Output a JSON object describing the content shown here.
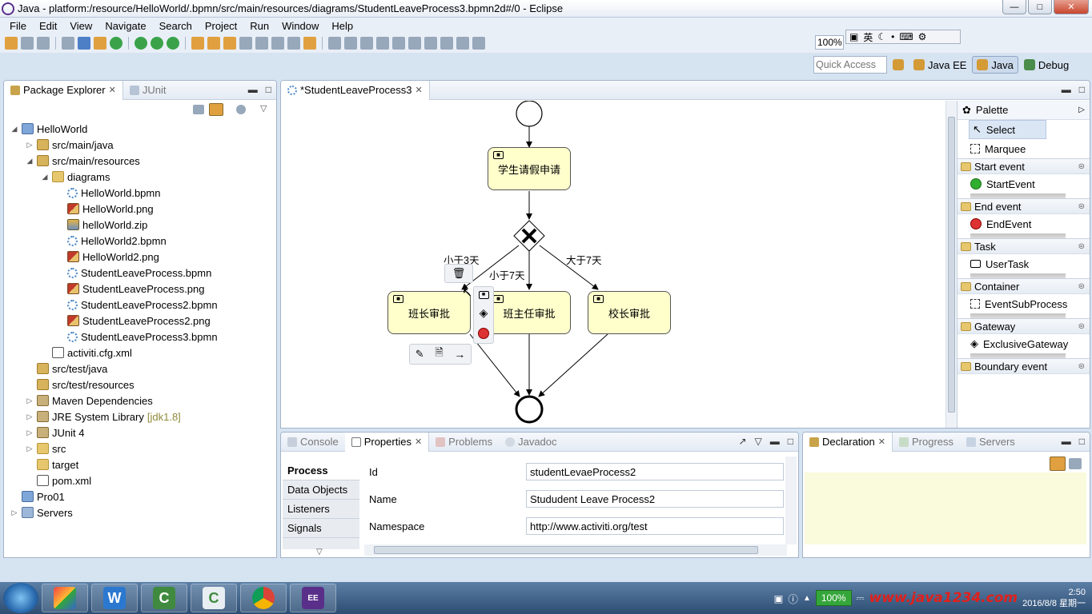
{
  "window": {
    "title": "Java - platform:/resource/HelloWorld/.bpmn/src/main/resources/diagrams/StudentLeaveProcess3.bpmn2d#/0 - Eclipse"
  },
  "menu": [
    "File",
    "Edit",
    "View",
    "Navigate",
    "Search",
    "Project",
    "Run",
    "Window",
    "Help"
  ],
  "toolbar": {
    "zoom": "100%",
    "ime": "英"
  },
  "perspectives": {
    "quick_access": "Quick Access",
    "items": [
      "Java EE",
      "Java",
      "Debug"
    ]
  },
  "package_explorer": {
    "tabs": [
      "Package Explorer",
      "JUnit"
    ],
    "tree": [
      {
        "label": "HelloWorld",
        "depth": 0,
        "twisty": "open",
        "icon": "proj"
      },
      {
        "label": "src/main/java",
        "depth": 1,
        "twisty": "closed",
        "icon": "pkgf"
      },
      {
        "label": "src/main/resources",
        "depth": 1,
        "twisty": "open",
        "icon": "pkgf"
      },
      {
        "label": "diagrams",
        "depth": 2,
        "twisty": "open",
        "icon": "folder"
      },
      {
        "label": "HelloWorld.bpmn",
        "depth": 3,
        "twisty": "",
        "icon": "bpmn"
      },
      {
        "label": "HelloWorld.png",
        "depth": 3,
        "twisty": "",
        "icon": "png"
      },
      {
        "label": "helloWorld.zip",
        "depth": 3,
        "twisty": "",
        "icon": "zip"
      },
      {
        "label": "HelloWorld2.bpmn",
        "depth": 3,
        "twisty": "",
        "icon": "bpmn"
      },
      {
        "label": "HelloWorld2.png",
        "depth": 3,
        "twisty": "",
        "icon": "png"
      },
      {
        "label": "StudentLeaveProcess.bpmn",
        "depth": 3,
        "twisty": "",
        "icon": "bpmn"
      },
      {
        "label": "StudentLeaveProcess.png",
        "depth": 3,
        "twisty": "",
        "icon": "png"
      },
      {
        "label": "StudentLeaveProcess2.bpmn",
        "depth": 3,
        "twisty": "",
        "icon": "bpmn"
      },
      {
        "label": "StudentLeaveProcess2.png",
        "depth": 3,
        "twisty": "",
        "icon": "png"
      },
      {
        "label": "StudentLeaveProcess3.bpmn",
        "depth": 3,
        "twisty": "",
        "icon": "bpmn"
      },
      {
        "label": "activiti.cfg.xml",
        "depth": 2,
        "twisty": "",
        "icon": "xml"
      },
      {
        "label": "src/test/java",
        "depth": 1,
        "twisty": "",
        "icon": "pkgf"
      },
      {
        "label": "src/test/resources",
        "depth": 1,
        "twisty": "",
        "icon": "pkgf"
      },
      {
        "label": "Maven Dependencies",
        "depth": 1,
        "twisty": "closed",
        "icon": "lib"
      },
      {
        "label": "JRE System Library",
        "suffix": "[jdk1.8]",
        "depth": 1,
        "twisty": "closed",
        "icon": "lib"
      },
      {
        "label": "JUnit 4",
        "depth": 1,
        "twisty": "closed",
        "icon": "lib"
      },
      {
        "label": "src",
        "depth": 1,
        "twisty": "closed",
        "icon": "folder"
      },
      {
        "label": "target",
        "depth": 1,
        "twisty": "",
        "icon": "folder"
      },
      {
        "label": "pom.xml",
        "depth": 1,
        "twisty": "",
        "icon": "xml"
      },
      {
        "label": "Pro01",
        "depth": 0,
        "twisty": "",
        "icon": "proj"
      },
      {
        "label": "Servers",
        "depth": 0,
        "twisty": "closed",
        "icon": "srv"
      }
    ]
  },
  "editor": {
    "tab": "*StudentLeaveProcess3",
    "diagram": {
      "task_submit": "学生请假申请",
      "task_monitor": "班长审批",
      "task_teacher": "班主任审批",
      "task_principal": "校长审批",
      "flow_lt3": "小于3天",
      "flow_lt7": "小于7天",
      "flow_gt7": "大于7天"
    },
    "palette": {
      "title": "Palette",
      "tools": [
        "Select",
        "Marquee"
      ],
      "drawers": [
        {
          "name": "Start event",
          "item": "StartEvent"
        },
        {
          "name": "End event",
          "item": "EndEvent"
        },
        {
          "name": "Task",
          "item": "UserTask"
        },
        {
          "name": "Container",
          "item": "EventSubProcess"
        },
        {
          "name": "Gateway",
          "item": "ExclusiveGateway"
        },
        {
          "name": "Boundary event",
          "item": ""
        }
      ]
    }
  },
  "properties": {
    "tabs": [
      "Console",
      "Properties",
      "Problems",
      "Javadoc"
    ],
    "sections": [
      "Process",
      "Data Objects",
      "Listeners",
      "Signals"
    ],
    "fields": [
      {
        "label": "Id",
        "value": "studentLevaeProcess2"
      },
      {
        "label": "Name",
        "value": "Stududent Leave Process2"
      },
      {
        "label": "Namespace",
        "value": "http://www.activiti.org/test"
      }
    ]
  },
  "declaration": {
    "tabs": [
      "Declaration",
      "Progress",
      "Servers"
    ]
  },
  "taskbar": {
    "battery": "100%",
    "watermark": "www.java1234.com",
    "clock_time": "2:50",
    "clock_date": "2016/8/8 星期一"
  },
  "colors": {
    "task_fill": "#ffffcc",
    "accent": "#4d7fc7"
  }
}
